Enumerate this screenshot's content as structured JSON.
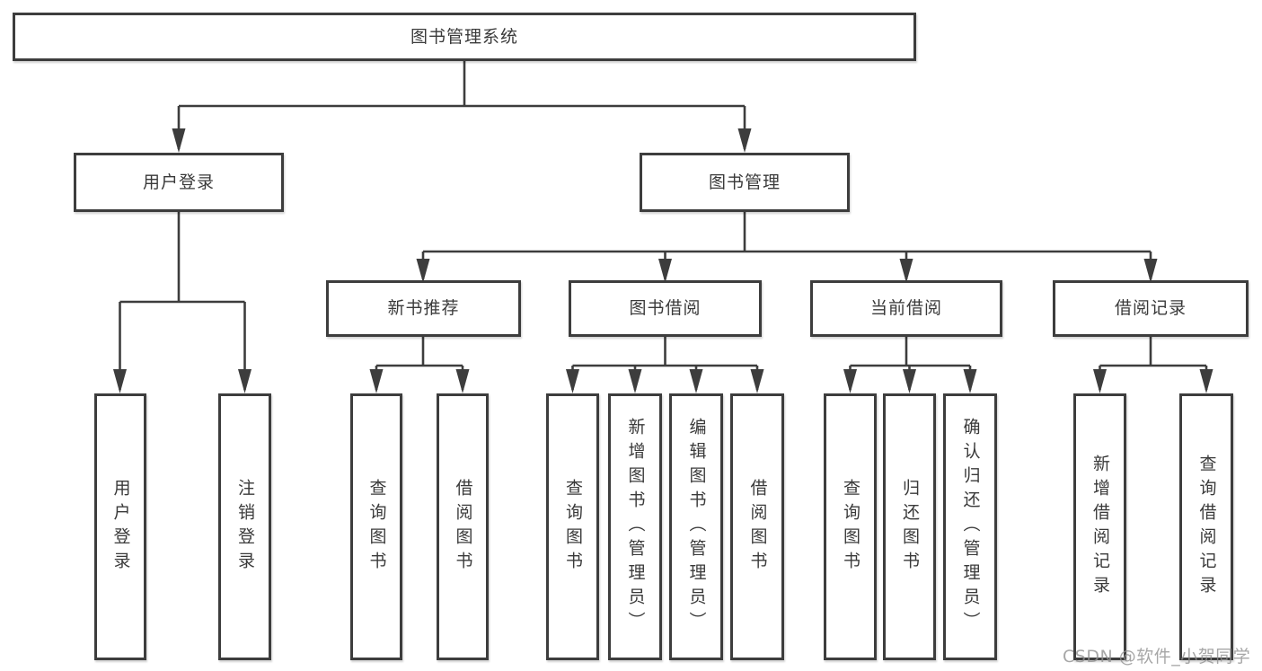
{
  "diagram": {
    "tree": {
      "id": "system",
      "label": "图书管理系统",
      "children": [
        {
          "id": "user-login",
          "label": "用户登录",
          "children": [
            {
              "id": "user-login-action",
              "label": "用户登录"
            },
            {
              "id": "logout",
              "label": "注销登录"
            }
          ]
        },
        {
          "id": "book-management",
          "label": "图书管理",
          "children": [
            {
              "id": "new-book-recommendation",
              "label": "新书推荐",
              "children": [
                {
                  "id": "query-books-1",
                  "label": "查询图书"
                },
                {
                  "id": "borrow-books-1",
                  "label": "借阅图书"
                }
              ]
            },
            {
              "id": "book-borrowing",
              "label": "图书借阅",
              "children": [
                {
                  "id": "query-books-2",
                  "label": "查询图书"
                },
                {
                  "id": "add-books-admin",
                  "label": "新增图书（管理员）"
                },
                {
                  "id": "edit-books-admin",
                  "label": "编辑图书（管理员）"
                },
                {
                  "id": "borrow-books-2",
                  "label": "借阅图书"
                }
              ]
            },
            {
              "id": "current-borrowing",
              "label": "当前借阅",
              "children": [
                {
                  "id": "query-books-3",
                  "label": "查询图书"
                },
                {
                  "id": "return-books",
                  "label": "归还图书"
                },
                {
                  "id": "confirm-return-admin",
                  "label": "确认归还（管理员）"
                }
              ]
            },
            {
              "id": "borrowing-records",
              "label": "借阅记录",
              "children": [
                {
                  "id": "add-borrow-record",
                  "label": "新增借阅记录"
                },
                {
                  "id": "query-borrow-record",
                  "label": "查询借阅记录"
                }
              ]
            }
          ]
        }
      ]
    },
    "colors": {
      "line": "#3d3d3d",
      "box_border": "#3d3d3d",
      "box_fill": "#ffffff",
      "text": "#3a3a3a",
      "watermark": "#919191"
    }
  },
  "watermark": "CSDN @软件_小贺同学"
}
